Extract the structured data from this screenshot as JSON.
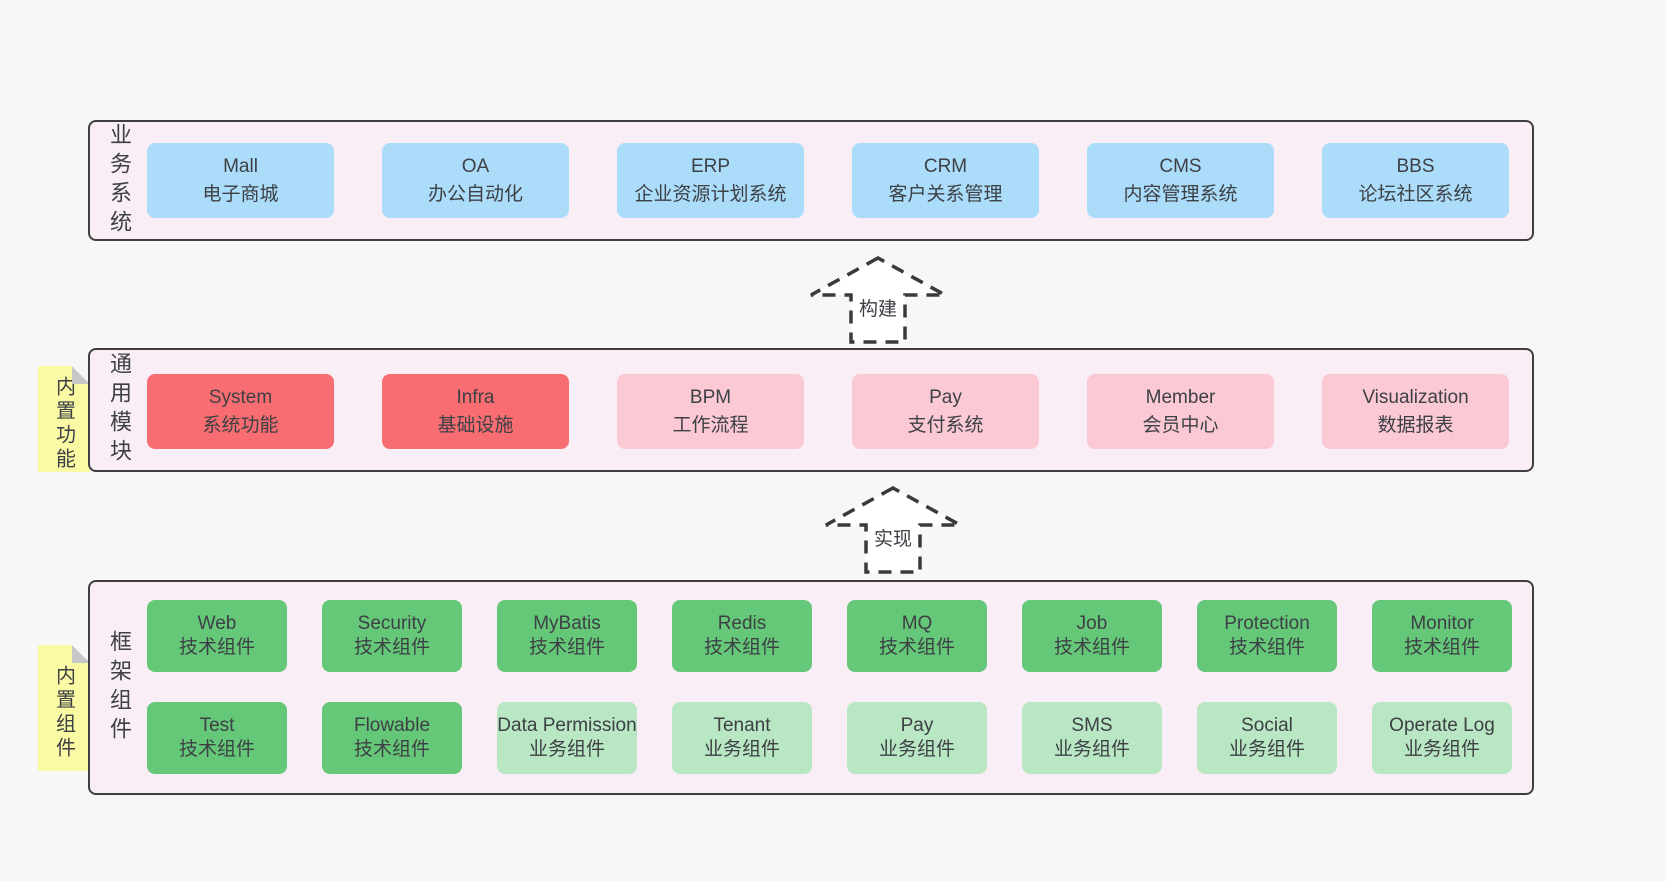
{
  "colors": {
    "page-bg": "#f7f7f7",
    "container-bg": "#f9edf6",
    "container-border": "#3f3f3f",
    "text": "#3d4045",
    "blue": "#abdcfa",
    "red": "#f76d71",
    "pink": "#fbc9d4",
    "green": "#65c878",
    "lightgreen": "#b9e7c4",
    "sticky-bg": "#fafaa5",
    "sticky-fold": "#c8c8c8",
    "arrow-stroke": "#3a3a3a"
  },
  "arrows": [
    {
      "label": "构建"
    },
    {
      "label": "实现"
    }
  ],
  "sections": [
    {
      "label": "业务系统",
      "boxes_rows": [
        [
          {
            "en": "Mall",
            "zh": "电子商城",
            "type": "blue"
          },
          {
            "en": "OA",
            "zh": "办公自动化",
            "type": "blue"
          },
          {
            "en": "ERP",
            "zh": "企业资源计划系统",
            "type": "blue"
          },
          {
            "en": "CRM",
            "zh": "客户关系管理",
            "type": "blue"
          },
          {
            "en": "CMS",
            "zh": "内容管理系统",
            "type": "blue"
          },
          {
            "en": "BBS",
            "zh": "论坛社区系统",
            "type": "blue"
          }
        ]
      ]
    },
    {
      "label": "通用模块",
      "sticky": "内置功能",
      "boxes_rows": [
        [
          {
            "en": "System",
            "zh": "系统功能",
            "type": "red"
          },
          {
            "en": "Infra",
            "zh": "基础设施",
            "type": "red"
          },
          {
            "en": "BPM",
            "zh": "工作流程",
            "type": "pink"
          },
          {
            "en": "Pay",
            "zh": "支付系统",
            "type": "pink"
          },
          {
            "en": "Member",
            "zh": "会员中心",
            "type": "pink"
          },
          {
            "en": "Visualization",
            "zh": "数据报表",
            "type": "pink"
          }
        ]
      ]
    },
    {
      "label": "框架组件",
      "sticky": "内置组件",
      "boxes_rows": [
        [
          {
            "en": "Web",
            "zh": "技术组件",
            "type": "green"
          },
          {
            "en": "Security",
            "zh": "技术组件",
            "type": "green"
          },
          {
            "en": "MyBatis",
            "zh": "技术组件",
            "type": "green"
          },
          {
            "en": "Redis",
            "zh": "技术组件",
            "type": "green"
          },
          {
            "en": "MQ",
            "zh": "技术组件",
            "type": "green"
          },
          {
            "en": "Job",
            "zh": "技术组件",
            "type": "green"
          },
          {
            "en": "Protection",
            "zh": "技术组件",
            "type": "green"
          },
          {
            "en": "Monitor",
            "zh": "技术组件",
            "type": "green"
          }
        ],
        [
          {
            "en": "Test",
            "zh": "技术组件",
            "type": "green"
          },
          {
            "en": "Flowable",
            "zh": "技术组件",
            "type": "green"
          },
          {
            "en": "Data Permission",
            "zh": "业务组件",
            "type": "lightgreen"
          },
          {
            "en": "Tenant",
            "zh": "业务组件",
            "type": "lightgreen"
          },
          {
            "en": "Pay",
            "zh": "业务组件",
            "type": "lightgreen"
          },
          {
            "en": "SMS",
            "zh": "业务组件",
            "type": "lightgreen"
          },
          {
            "en": "Social",
            "zh": "业务组件",
            "type": "lightgreen"
          },
          {
            "en": "Operate Log",
            "zh": "业务组件",
            "type": "lightgreen"
          }
        ]
      ]
    }
  ]
}
